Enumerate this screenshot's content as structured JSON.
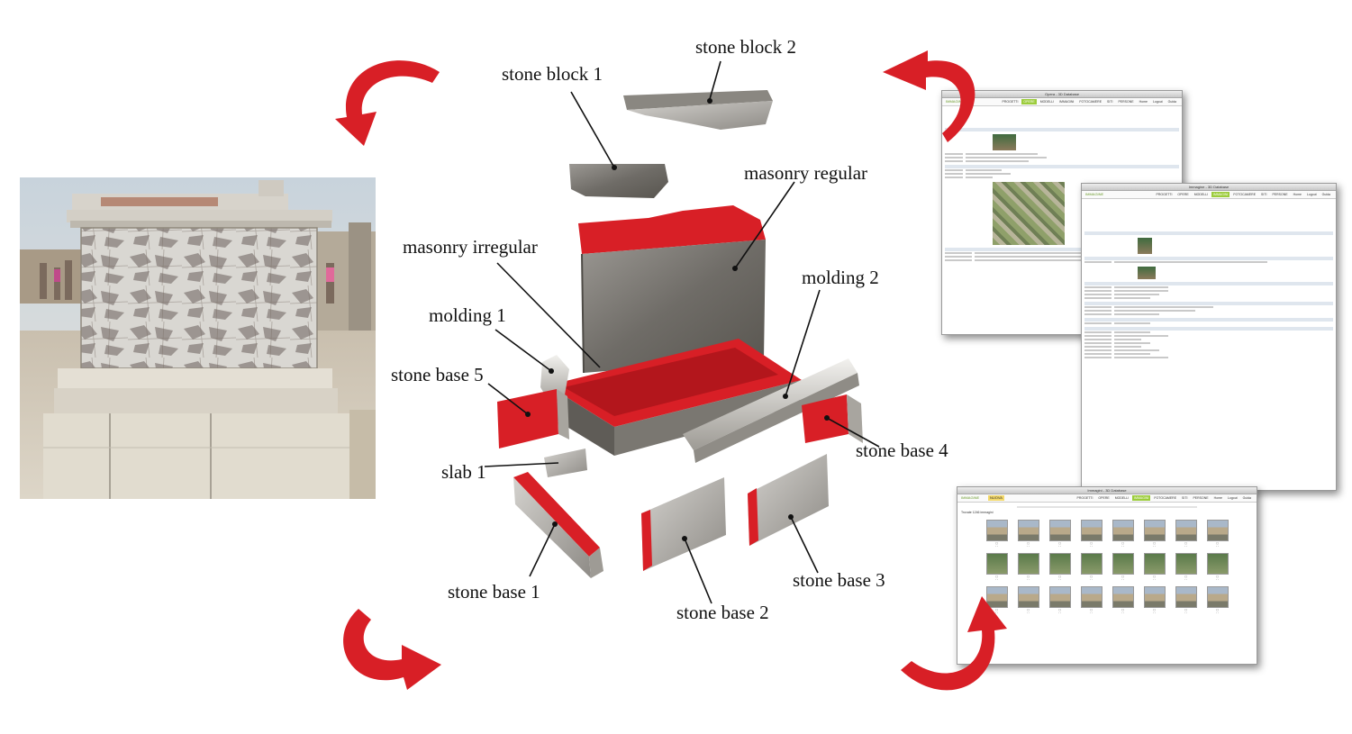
{
  "labels": {
    "stone_block_1": "stone block 1",
    "stone_block_2": "stone block 2",
    "masonry_regular": "masonry regular",
    "masonry_irregular": "masonry irregular",
    "molding_1": "molding 1",
    "molding_2": "molding 2",
    "stone_base_5": "stone base 5",
    "stone_base_4": "stone base 4",
    "slab_1": "slab 1",
    "stone_base_1": "stone base 1",
    "stone_base_2": "stone base 2",
    "stone_base_3": "stone base 3"
  },
  "colors": {
    "accent_red": "#d81f26",
    "stone_grey": "#8a8782",
    "ui_green": "#9ccc3c"
  },
  "windows": {
    "w1": {
      "title": "Opera - 3D Database",
      "brand": "IMMAGINE",
      "menu": [
        "PROGETTI",
        "OPERE",
        "MODELLI",
        "IMMAGINI",
        "FOTOCAMERE",
        "SITI",
        "PERSONE",
        "Home",
        "Logout",
        "Guida"
      ],
      "active": "OPERE"
    },
    "w2": {
      "title": "Immagine - 3D Database",
      "brand": "IMMAGINE",
      "menu": [
        "PROGETTI",
        "OPERE",
        "MODELLI",
        "IMMAGINI",
        "FOTOCAMERE",
        "SITI",
        "PERSONE",
        "Home",
        "Logout",
        "Guida"
      ],
      "active": "IMMAGINI"
    },
    "w3": {
      "title": "Immagini - 3D Database",
      "brand": "IMMAGINE",
      "tab2": "NUOVA",
      "menu": [
        "PROGETTI",
        "OPERE",
        "MODELLI",
        "IMMAGINI",
        "FOTOCAMERE",
        "SITI",
        "PERSONE",
        "Home",
        "Logout",
        "Guida"
      ],
      "active": "IMMAGINI",
      "status": "Trovate 1246 immagini"
    }
  },
  "icons": [
    "curved-arrow-icon"
  ]
}
